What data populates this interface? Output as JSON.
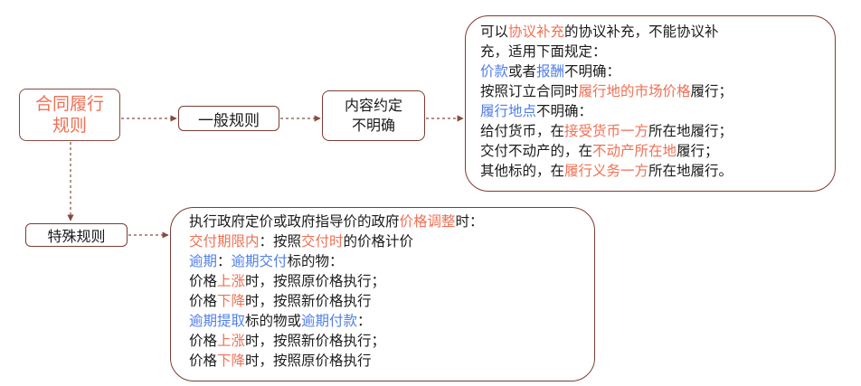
{
  "root": {
    "line1": "合同履行",
    "line2": "规则"
  },
  "general": {
    "label": "一般规则"
  },
  "content_unclear": {
    "line1": "内容约定",
    "line2": "不明确"
  },
  "special": {
    "label": "特殊规则"
  },
  "general_rules_box": {
    "l1": [
      "可以",
      "协议补充",
      "的协议补充，不能协议补"
    ],
    "l2": "充，适用下面规定：",
    "l3": [
      "价款",
      "或者",
      "报酬",
      "不明确："
    ],
    "l4": [
      "按照订立合同时",
      "履行地的市场价格",
      "履行；"
    ],
    "l5": [
      "履行地点",
      "不明确："
    ],
    "l6": [
      "给付货币，在",
      "接受货币一方",
      "所在地履行；"
    ],
    "l7": [
      "交付不动产的，在",
      "不动产所在地",
      "履行；"
    ],
    "l8": [
      "其他标的，在",
      "履行义务一方",
      "所在地履行。"
    ]
  },
  "special_rules_box": {
    "l1": [
      "执行政府定价或政府指导价的政府",
      "价格调整",
      "时："
    ],
    "l2": [
      "交付期限内",
      "：按照",
      "交付时",
      "的价格计价"
    ],
    "l3": [
      "逾期",
      "：",
      "逾期交付",
      "标的物："
    ],
    "l4": [
      "价格",
      "上涨",
      "时，按照原价格执行；"
    ],
    "l5": [
      "价格",
      "下降",
      "时，按照新价格执行"
    ],
    "l6": [
      "逾期提取",
      "标的物或",
      "逾期付款",
      "："
    ],
    "l7": [
      "价格",
      "上涨",
      "时，按照新价格执行；"
    ],
    "l8": [
      "价格",
      "下降",
      "时，按照原价格执行"
    ]
  },
  "colors": {
    "highlight_red": "#f07054",
    "highlight_blue": "#4f7ee8",
    "border": "#7a3d33",
    "connector": "#8a4a40"
  }
}
